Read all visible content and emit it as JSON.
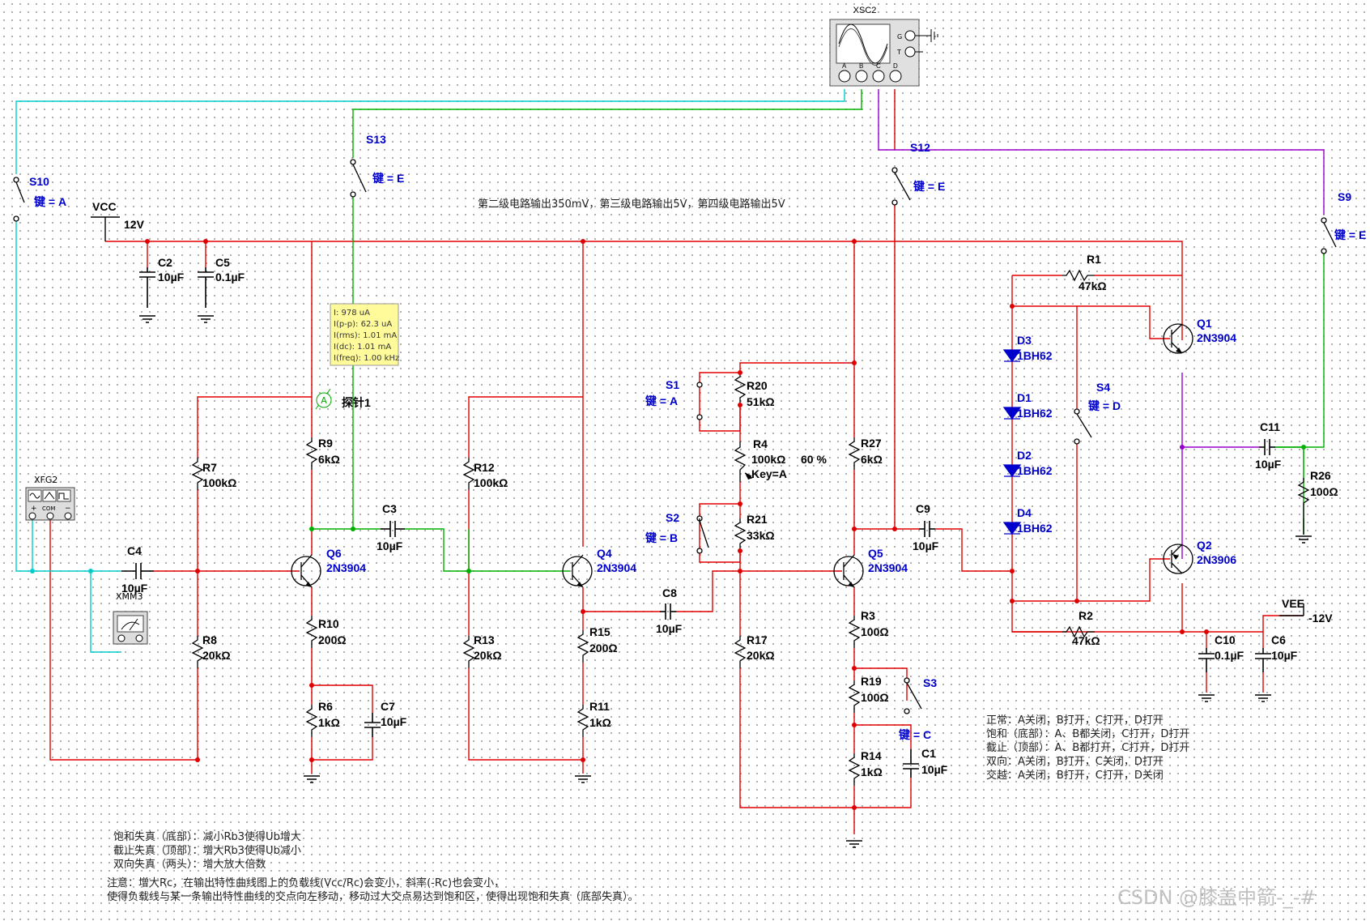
{
  "colors": {
    "wire_red": "#e00000",
    "wire_cyan": "#00cccc",
    "wire_green": "#00b000",
    "wire_purple": "#9900cc",
    "label_blue": "#0000cc"
  },
  "instruments": {
    "scope": "XSC2",
    "scope_g": "G",
    "scope_t": "T",
    "scope_ch": [
      "A",
      "B",
      "C",
      "D"
    ],
    "fgen": "XFG2",
    "fgen_com": "COM",
    "fgen_plus": "+",
    "fgen_minus": "−",
    "dmm": "XMM3"
  },
  "sources": {
    "vcc": "VCC",
    "vcc_val": "12V",
    "vee": "VEE",
    "vee_val": "-12V"
  },
  "switches": {
    "s10": "S10",
    "s10_key": "键 = A",
    "s13": "S13",
    "s13_key": "键 = E",
    "s12": "S12",
    "s12_key": "键 = E",
    "s9": "S9",
    "s9_key": "键 = E",
    "s1": "S1",
    "s1_key": "键 = A",
    "s2": "S2",
    "s2_key": "键 = B",
    "s4": "S4",
    "s4_key": "键 = D",
    "s3": "S3",
    "s3_key": "键 = C"
  },
  "resistors": {
    "r7": "R7",
    "r7v": "100kΩ",
    "r8": "R8",
    "r8v": "20kΩ",
    "r9": "R9",
    "r9v": "6kΩ",
    "r10": "R10",
    "r10v": "200Ω",
    "r6": "R6",
    "r6v": "1kΩ",
    "r12": "R12",
    "r12v": "100kΩ",
    "r13": "R13",
    "r13v": "20kΩ",
    "r15": "R15",
    "r15v": "200Ω",
    "r11": "R11",
    "r11v": "1kΩ",
    "r20": "R20",
    "r20v": "51kΩ",
    "r4": "R4",
    "r4v": "100kΩ",
    "r4p": "60 %",
    "r4k": "Key=A",
    "r21": "R21",
    "r21v": "33kΩ",
    "r17": "R17",
    "r17v": "20kΩ",
    "r27": "R27",
    "r27v": "6kΩ",
    "r3": "R3",
    "r3v": "100Ω",
    "r19": "R19",
    "r19v": "100Ω",
    "r14": "R14",
    "r14v": "1kΩ",
    "r1": "R1",
    "r1v": "47kΩ",
    "r2": "R2",
    "r2v": "47kΩ",
    "r26": "R26",
    "r26v": "100Ω"
  },
  "capacitors": {
    "c2": "C2",
    "c2v": "10µF",
    "c5": "C5",
    "c5v": "0.1µF",
    "c4": "C4",
    "c4v": "10µF",
    "c3": "C3",
    "c3v": "10µF",
    "c7": "C7",
    "c7v": "10µF",
    "c8": "C8",
    "c8v": "10µF",
    "c9": "C9",
    "c9v": "10µF",
    "c1": "C1",
    "c1v": "10µF",
    "c11": "C11",
    "c11v": "10µF",
    "c10": "C10",
    "c10v": "0.1µF",
    "c6": "C6",
    "c6v": "10µF"
  },
  "transistors": {
    "q6": "Q6",
    "q6m": "2N3904",
    "q4": "Q4",
    "q4m": "2N3904",
    "q5": "Q5",
    "q5m": "2N3904",
    "q1": "Q1",
    "q1m": "2N3904",
    "q2": "Q2",
    "q2m": "2N3906"
  },
  "diodes": {
    "d3": "D3",
    "d3m": "1BH62",
    "d1": "D1",
    "d1m": "1BH62",
    "d2": "D2",
    "d2m": "1BH62",
    "d4": "D4",
    "d4m": "1BH62"
  },
  "probe": {
    "label": "探针1",
    "badge": "A",
    "lines": [
      "I: 978 uA",
      "I(p-p): 62.3 uA",
      "I(rms): 1.01 mA",
      "I(dc): 1.01 mA",
      "I(freq): 1.00 kHz"
    ]
  },
  "notes": {
    "header": "第二级电路输出350mV，第三级电路输出5V，第四级电路输出5V",
    "modes": [
      "正常：A关闭，B打开，C打开，D打开",
      "饱和（底部）：A、B都关闭，C打开，D打开",
      "截止（顶部）：A、B都打开，C打开，D打开",
      "双向：A关闭，B打开，C关闭，D打开",
      "交越：A关闭，B打开，C打开，D关闭"
    ],
    "distortion": [
      "饱和失真（底部）：减小Rb3使得Ub增大",
      "截止失真（顶部）：增大Rb3使得Ub减小",
      "双向失真（两头）：增大放大倍数"
    ],
    "caution": [
      "注意：增大Rc，在输出特性曲线图上的负载线(Vcc/Rc)会变小，斜率(-Rc)也会变小，",
      "使得负载线与某一条输出特性曲线的交点向左移动，移动过大交点易达到饱和区，使得出现饱和失真（底部失真）。"
    ]
  },
  "watermark": "CSDN @膝盖中箭-_-#"
}
